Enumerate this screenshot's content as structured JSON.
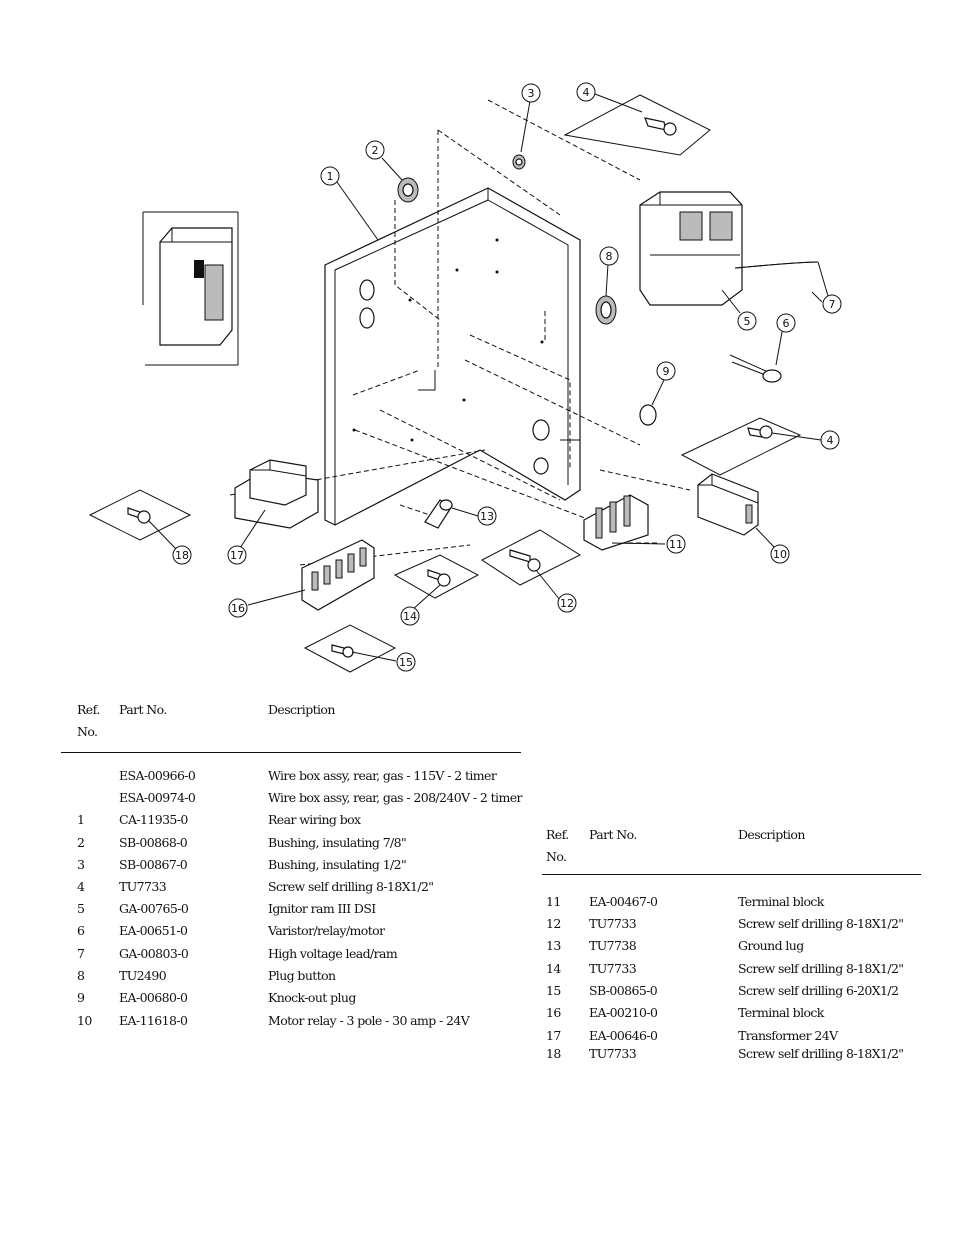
{
  "headers": {
    "ref": "Ref.",
    "ref_no": "No.",
    "part_no": "Part No.",
    "description": "Description"
  },
  "callouts": [
    "1",
    "2",
    "3",
    "4",
    "4",
    "5",
    "6",
    "7",
    "8",
    "9",
    "10",
    "11",
    "12",
    "13",
    "14",
    "15",
    "16",
    "17",
    "18"
  ],
  "left_table": [
    {
      "ref": "",
      "part": "ESA-00966-0",
      "desc": "Wire box assy, rear, gas - 115V - 2 timer"
    },
    {
      "ref": "",
      "part": "ESA-00974-0",
      "desc": "Wire box assy, rear, gas - 208/240V - 2 timer"
    },
    {
      "ref": "1",
      "part": "CA-11935-0",
      "desc": "Rear wiring box"
    },
    {
      "ref": "2",
      "part": "SB-00868-0",
      "desc": "Bushing, insulating 7/8\""
    },
    {
      "ref": "3",
      "part": "SB-00867-0",
      "desc": "Bushing, insulating 1/2\""
    },
    {
      "ref": "4",
      "part": "TU7733",
      "desc": "Screw self drilling 8-18X1/2\""
    },
    {
      "ref": "5",
      "part": "GA-00765-0",
      "desc": "Ignitor ram III DSI"
    },
    {
      "ref": "6",
      "part": "EA-00651-0",
      "desc": "Varistor/relay/motor"
    },
    {
      "ref": "7",
      "part": "GA-00803-0",
      "desc": "High voltage lead/ram"
    },
    {
      "ref": "8",
      "part": "TU2490",
      "desc": "Plug button"
    },
    {
      "ref": "9",
      "part": "EA-00680-0",
      "desc": "Knock-out plug"
    },
    {
      "ref": "10",
      "part": "EA-11618-0",
      "desc": "Motor relay - 3 pole - 30 amp - 24V"
    }
  ],
  "right_table": [
    {
      "ref": "11",
      "part": "EA-00467-0",
      "desc": "Terminal block"
    },
    {
      "ref": "12",
      "part": "TU7733",
      "desc": "Screw self drilling 8-18X1/2\""
    },
    {
      "ref": "13",
      "part": "TU7738",
      "desc": "Ground lug"
    },
    {
      "ref": "14",
      "part": "TU7733",
      "desc": "Screw self drilling 8-18X1/2\""
    },
    {
      "ref": "15",
      "part": "SB-00865-0",
      "desc": "Screw self drilling 6-20X1/2"
    },
    {
      "ref": "16",
      "part": "EA-00210-0",
      "desc": "Terminal block"
    },
    {
      "ref": "17",
      "part": "EA-00646-0",
      "desc": "Transformer 24V"
    },
    {
      "ref": "18",
      "part": "TU7733",
      "desc": "Screw self drilling 8-18X1/2\""
    }
  ]
}
